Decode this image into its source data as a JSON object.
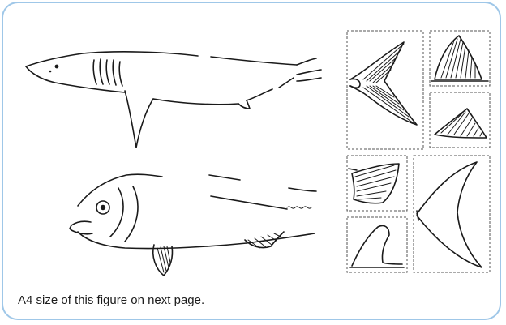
{
  "caption": "A4 size of this figure on next page.",
  "figure": {
    "fish": [
      "shark-outline",
      "bony-fish-outline"
    ],
    "fin_cards": [
      "caudal-fin-forked",
      "dorsal-fin-triangular",
      "pectoral-fin-triangular",
      "pectoral-fin-rounded",
      "dorsal-fin-sickle",
      "caudal-fin-lunate"
    ]
  },
  "colors": {
    "border": "#9fc7e8",
    "ink": "#1a1a1a",
    "caption_text": "#1c1c1c"
  }
}
